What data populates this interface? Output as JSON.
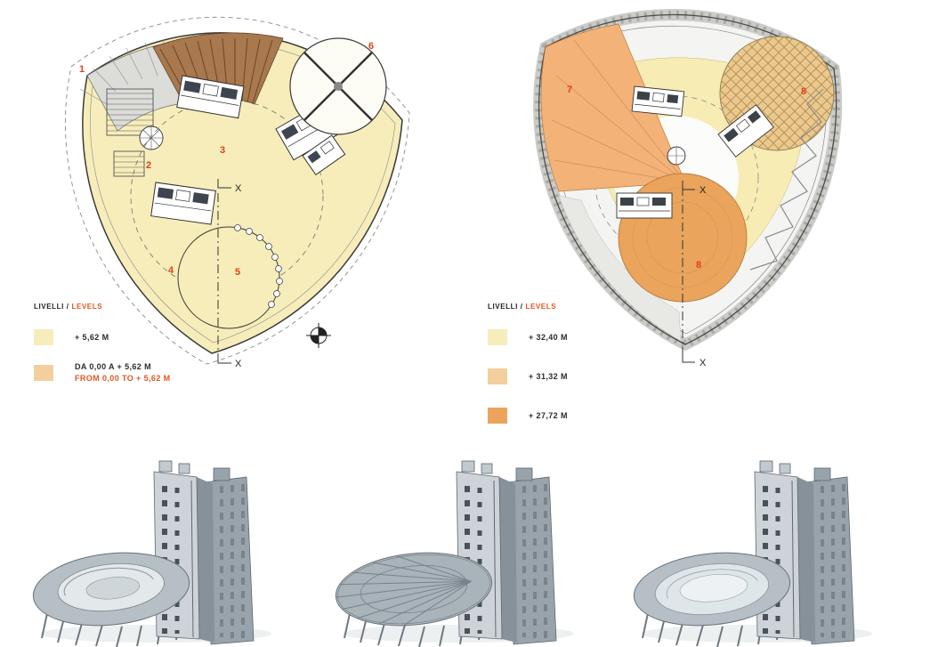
{
  "colors": {
    "level_yellow": "#f6edba",
    "level_tan": "#f2cf9c",
    "level_orange": "#eba45c",
    "accent_red": "#e0401a",
    "legend_orange": "#e2551e",
    "plan_outline": "#3a3a3a"
  },
  "plans": {
    "left": {
      "region_labels": [
        "1",
        "2",
        "3",
        "4",
        "5",
        "6"
      ],
      "axis_label": "X"
    },
    "right": {
      "region_labels": [
        "7",
        "8",
        "8"
      ],
      "axis_label": "X"
    }
  },
  "legends": {
    "left": {
      "title_primary": "LIVELLI /",
      "title_secondary": "LEVELS",
      "items": [
        {
          "swatch": "#f6edba",
          "line1": "+ 5,62 M",
          "line2": ""
        },
        {
          "swatch": "#f2cf9c",
          "line1": "DA 0,00 A + 5,62 M",
          "line2": "FROM 0,00 TO + 5,62 M"
        }
      ]
    },
    "right": {
      "title_primary": "LIVELLI /",
      "title_secondary": "LEVELS",
      "items": [
        {
          "swatch": "#f6edba",
          "line1": "+ 32,40 M"
        },
        {
          "swatch": "#f2cf9c",
          "line1": "+ 31,32 M"
        },
        {
          "swatch": "#eba45c",
          "line1": "+ 27,72 M"
        }
      ]
    }
  }
}
